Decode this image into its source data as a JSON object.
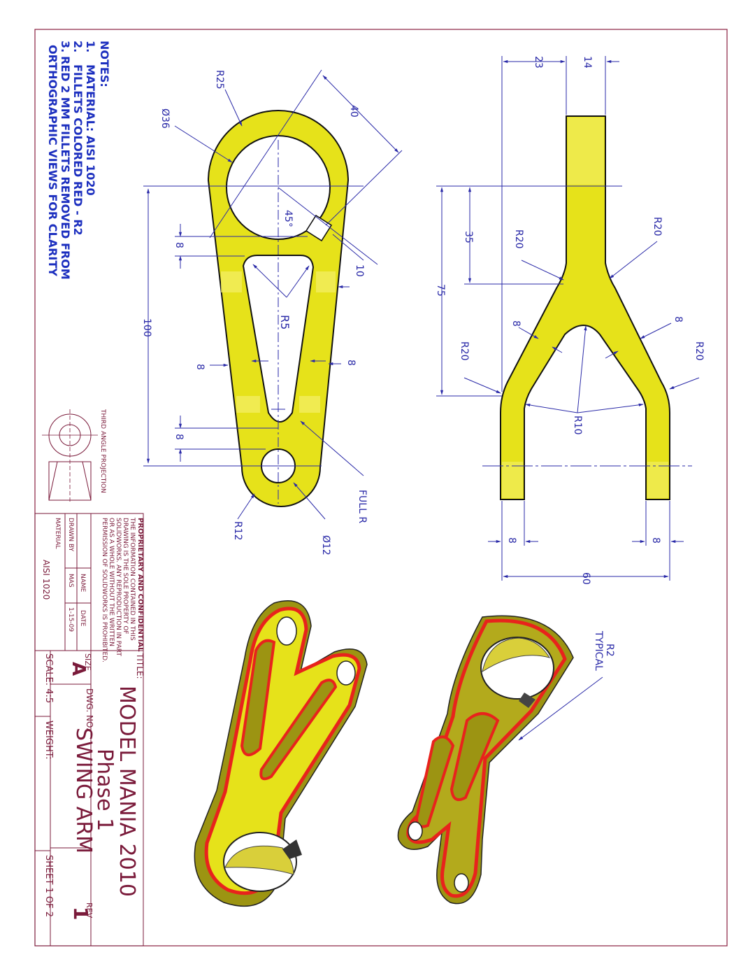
{
  "notes": {
    "heading": "NOTES:",
    "items": [
      {
        "num": "1.",
        "text": "MATERIAL: AISI 1020"
      },
      {
        "num": "2.",
        "text": "FILLETS COLORED RED - R2"
      },
      {
        "num": "3.",
        "text": "RED 2 MM FILLETS REMOVED FROM"
      },
      {
        "num": "",
        "text": "ORTHOGRAPHIC VIEWS FOR CLARITY"
      }
    ]
  },
  "front_view_dims": {
    "r25": "R25",
    "d36": "Ø36",
    "d40": "40",
    "a45": "45°",
    "d10": "10",
    "d8_top": "8",
    "r5": "R5",
    "d100": "100",
    "d8_left": "8",
    "d8_right": "8",
    "d8_bottom": "8",
    "full_r": "FULL R",
    "d12": "Ø12",
    "r12": "R12"
  },
  "side_view_dims": {
    "d23": "23",
    "d14": "14",
    "r20_top": "R20",
    "r20_left": "R20",
    "d35": "35",
    "d75": "75",
    "d8_a": "8",
    "d8_b": "8",
    "r20_lower_left": "R20",
    "r20_lower_right": "R20",
    "r10": "R10",
    "d8_leg_left": "8",
    "d8_leg_right": "8",
    "d60": "60"
  },
  "iso_callout": {
    "line1": "R2",
    "line2": "TYPICAL"
  },
  "projection_label": "THIRD ANGLE PROJECTION",
  "title_block": {
    "proprietary_heading": "PROPRIETARY AND CONFIDENTIAL",
    "proprietary_lines": [
      "THE INFORMATION CONTAINED IN THIS",
      "DRAWING IS THE SOLE PROPERTY OF",
      "SOLIDWORKS. ANY REPRODUCTION IN PART",
      "OR AS A WHOLE WITHOUT THE WRITTEN",
      "PERMISSION OF SOLIDWORKS IS PROHIBITED."
    ],
    "name_header": "NAME",
    "date_header": "DATE",
    "drawn_by_label": "DRAWN BY",
    "drawn_by_name": "MAS",
    "drawn_by_date": "1-15-09",
    "material_label": "MATERIAL",
    "material_value": "AISI 1020",
    "title_label": "TITLE:",
    "title_line1": "MODEL MANIA 2010",
    "title_line2": "Phase 1",
    "size_label": "SIZE",
    "size_value": "A",
    "dwg_label": "DWG. NO.",
    "dwg_value": "SWING ARM",
    "rev_label": "REV",
    "rev_value": "1",
    "scale_label": "SCALE: 4:5",
    "weight_label": "WEIGHT:",
    "sheet_label": "SHEET 1 OF 2"
  },
  "colors": {
    "part_fill": "#e6e21a",
    "part_shade": "#9c9412",
    "fillet": "#e8231c",
    "dimension": "#2a2aa8",
    "border": "#8a2040"
  }
}
